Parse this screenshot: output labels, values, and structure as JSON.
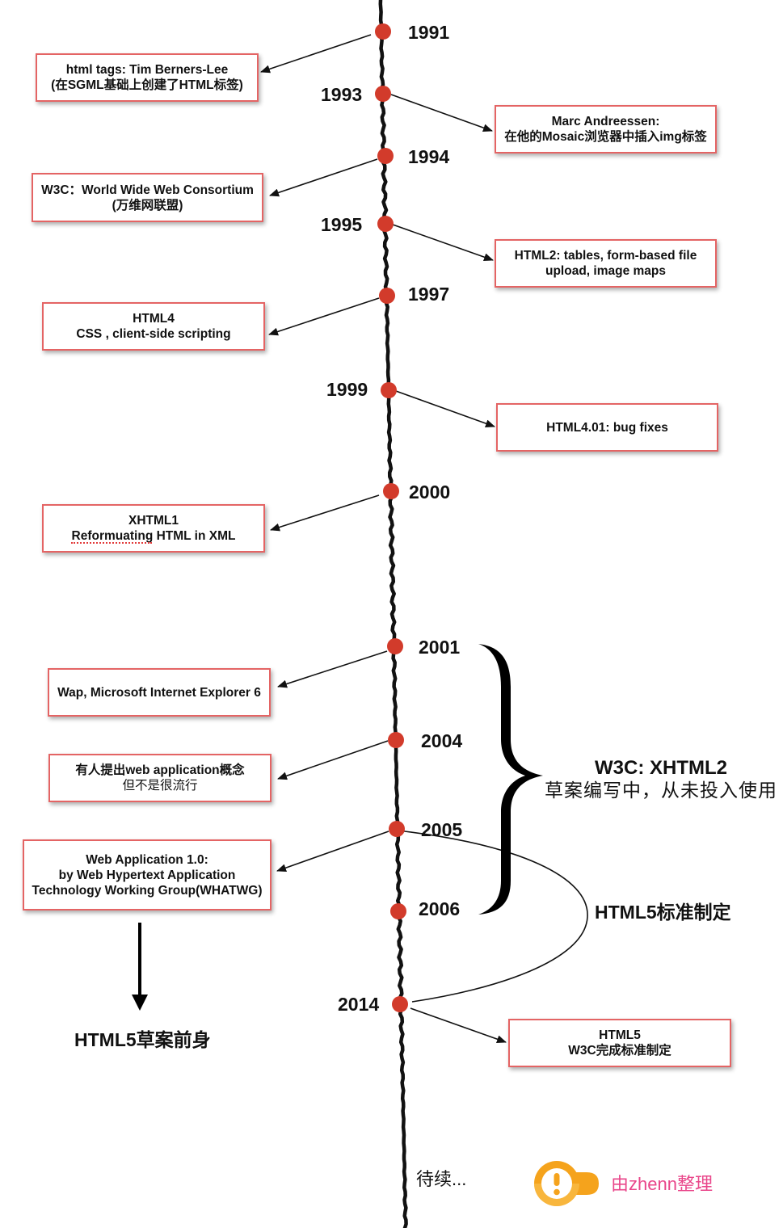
{
  "diagram": {
    "events": [
      {
        "year": "1991",
        "lines": [
          "html tags: Tim Berners-Lee",
          "(在SGML基础上创建了HTML标签)"
        ]
      },
      {
        "year": "1993",
        "lines": [
          "Marc Andreessen:",
          "在他的Mosaic浏览器中插入img标签"
        ]
      },
      {
        "year": "1994",
        "lines": [
          "W3C：World Wide Web Consortium",
          "(万维网联盟)"
        ]
      },
      {
        "year": "1995",
        "lines": [
          "HTML2: tables, form-based file",
          "upload, image maps"
        ]
      },
      {
        "year": "1997",
        "lines": [
          "HTML4",
          "CSS , client-side scripting"
        ]
      },
      {
        "year": "1999",
        "lines": [
          "HTML4.01: bug fixes"
        ]
      },
      {
        "year": "2000",
        "lines": [
          "XHTML1",
          "Reformuating HTML in XML"
        ]
      },
      {
        "year": "2001",
        "lines": [
          "Wap, Microsoft Internet Explorer 6"
        ]
      },
      {
        "year": "2004",
        "lines": [
          "有人提出web application概念",
          "但不是很流行"
        ]
      },
      {
        "year": "2005",
        "lines": [
          "Web Application 1.0:",
          "by Web Hypertext Application",
          "Technology Working Group(WHATWG)"
        ]
      },
      {
        "year": "2006",
        "lines": []
      },
      {
        "year": "2014",
        "lines": [
          "HTML5",
          "W3C完成标准制定"
        ]
      }
    ],
    "xhtml2_note": {
      "title": "W3C: XHTML2",
      "subtitle": "草案编写中，从未投入使用"
    },
    "html5_standard_label": "HTML5标准制定",
    "whatwg_result_label": "HTML5草案前身"
  },
  "footer": {
    "to_be_continued": "待续...",
    "credit": "由zhenn整理",
    "logo_icon": "exclamation-badge-icon"
  },
  "colors": {
    "timeline_dot": "#d23b2b",
    "box_border": "#e46464",
    "credit_text": "#e9468a",
    "logo": "#f5a31c"
  }
}
